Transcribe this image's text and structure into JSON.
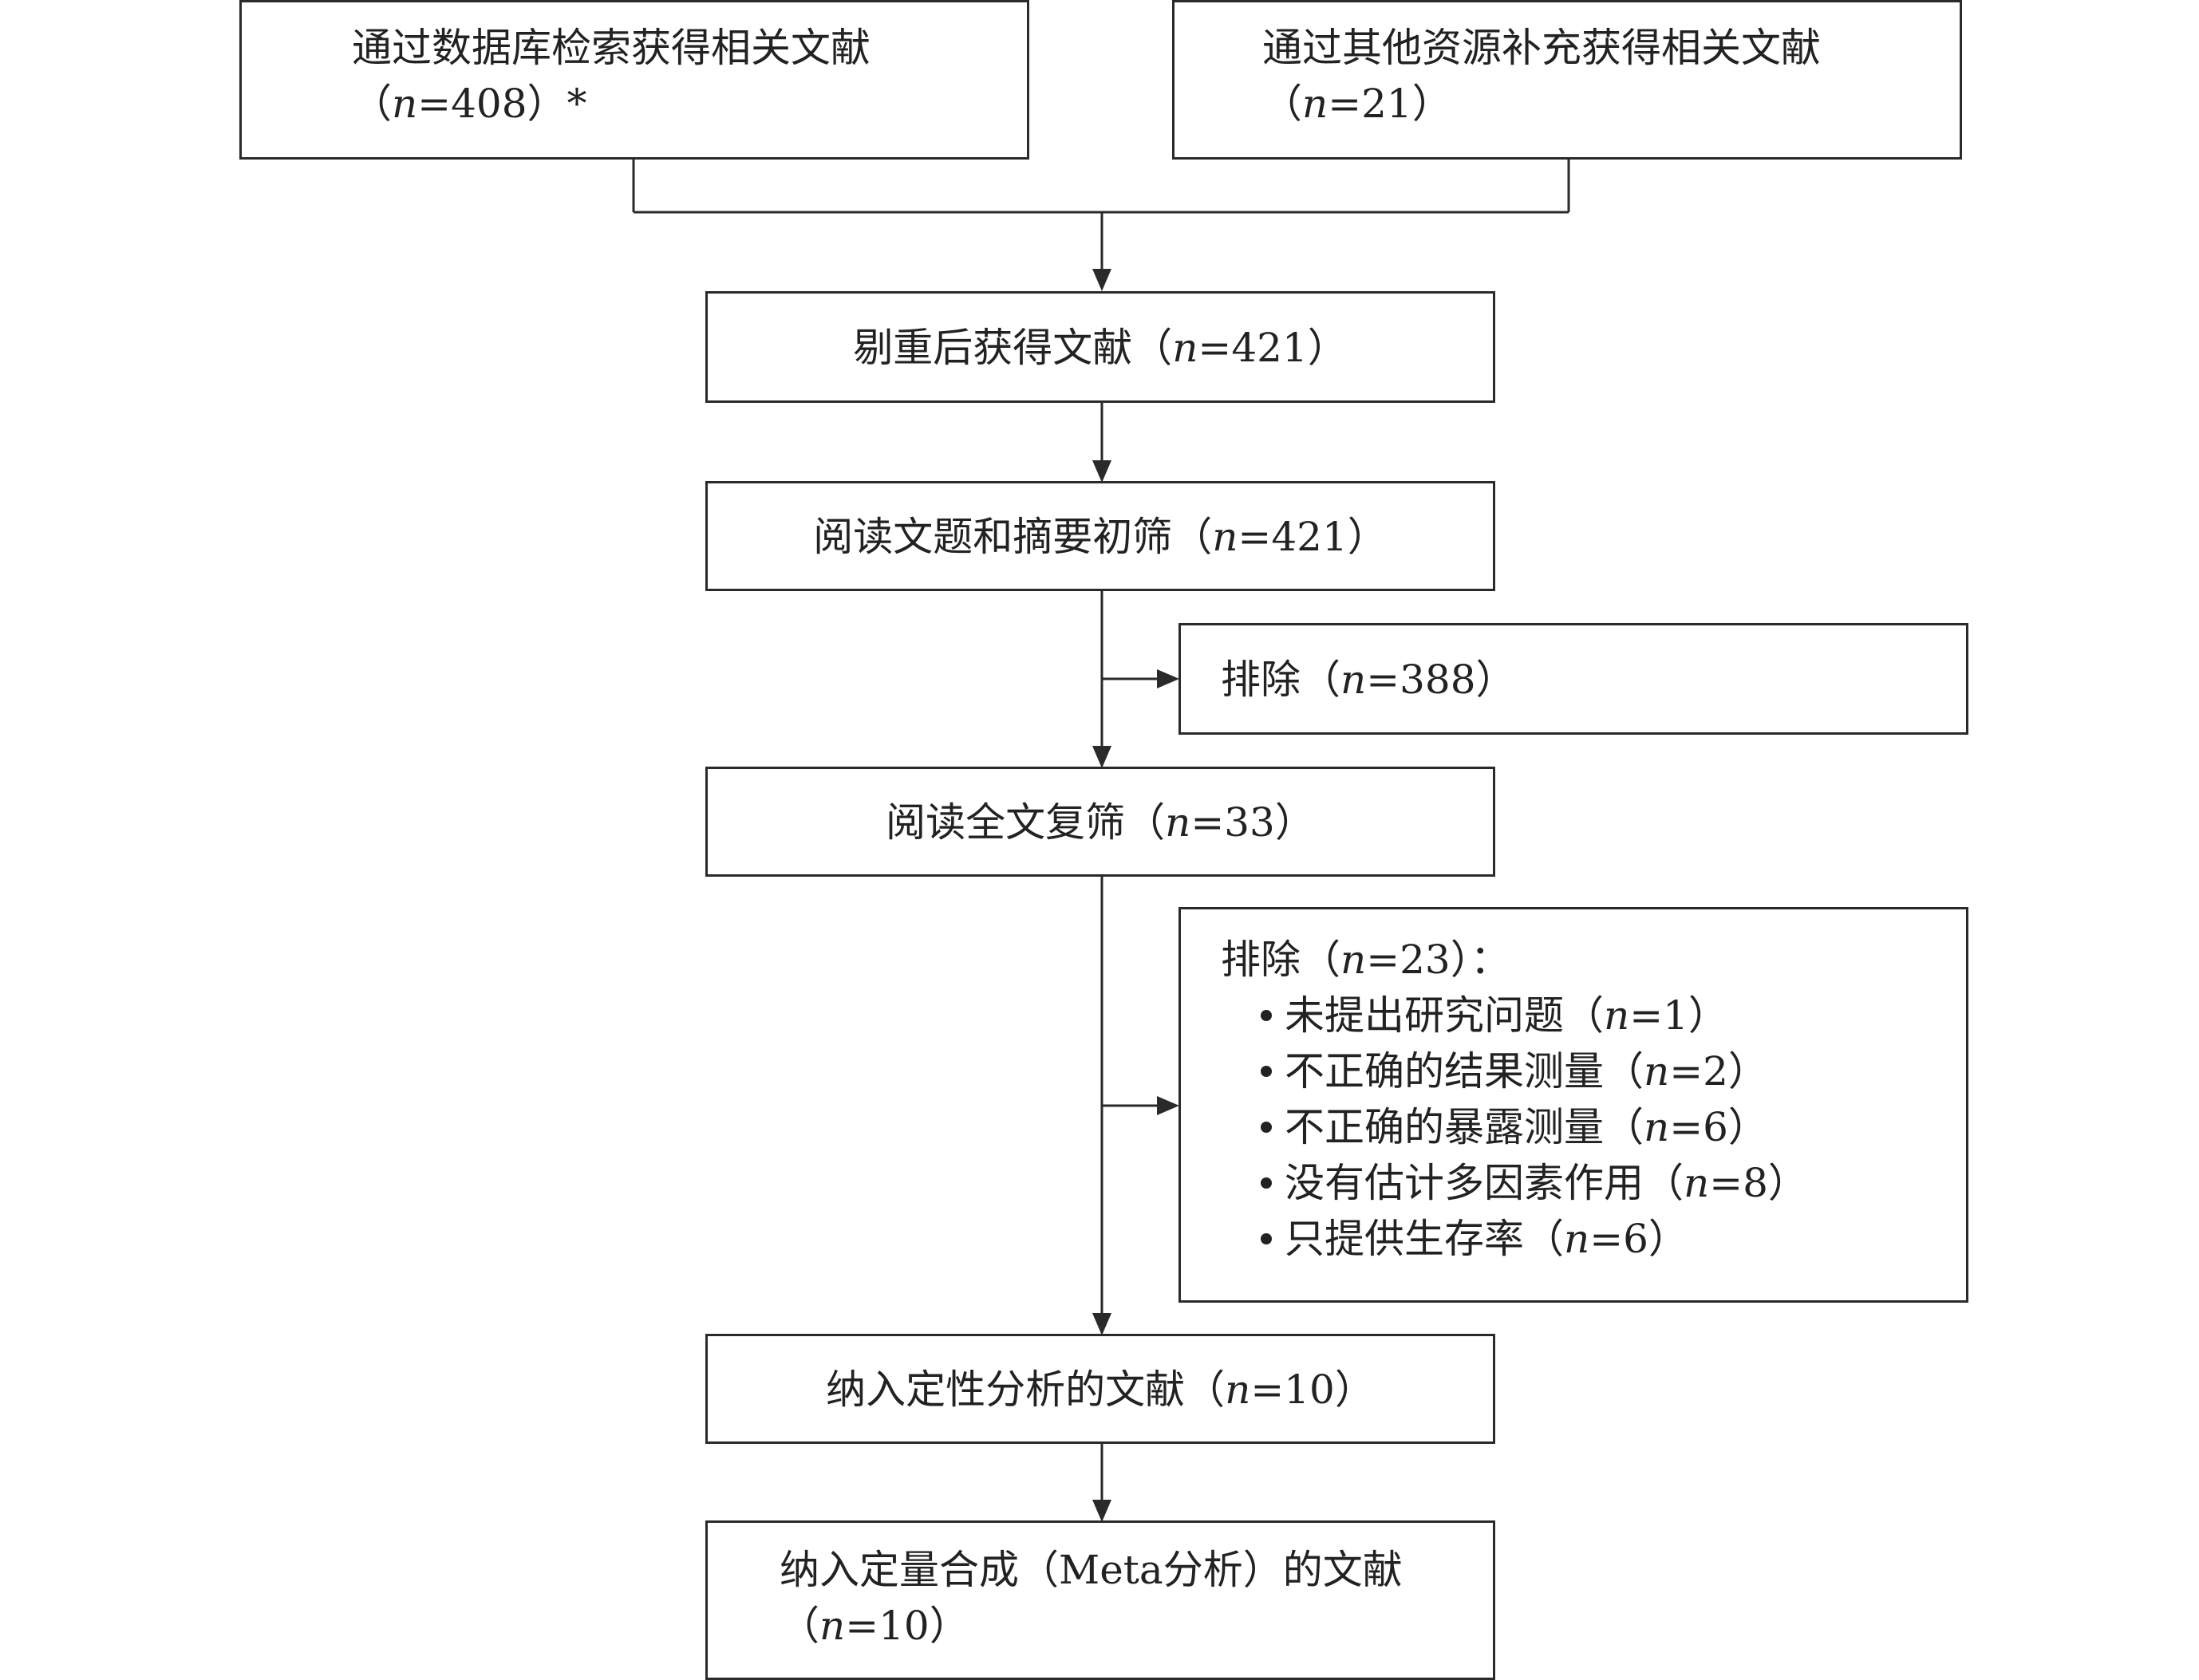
{
  "database_search": {
    "line1": "通过数据库检索获得相关文献",
    "pre": "（",
    "n": "n",
    "count": "=408）*"
  },
  "other_sources": {
    "line1": "通过其他资源补充获得相关文献",
    "pre": "（",
    "n": "n",
    "count": "=21）"
  },
  "after_dedup": {
    "label": "剔重后获得文献（",
    "n": "n",
    "count": "=421）"
  },
  "title_abstract": {
    "label": "阅读文题和摘要初筛（",
    "n": "n",
    "count": "=421）"
  },
  "excluded_1": {
    "label": "排除（",
    "n": "n",
    "count": "=388）"
  },
  "fulltext": {
    "label": "阅读全文复筛（",
    "n": "n",
    "count": "=33）"
  },
  "excluded_2": {
    "label": "排除（",
    "n": "n",
    "count": "=23）：",
    "reasons": [
      {
        "text": "未提出研究问题（",
        "n": "n",
        "count": "=1）"
      },
      {
        "text": "不正确的结果测量（",
        "n": "n",
        "count": "=2）"
      },
      {
        "text": "不正确的暴露测量（",
        "n": "n",
        "count": "=6）"
      },
      {
        "text": "没有估计多因素作用（",
        "n": "n",
        "count": "=8）"
      },
      {
        "text": "只提供生存率（",
        "n": "n",
        "count": "=6）"
      }
    ]
  },
  "qualitative": {
    "label": "纳入定性分析的文献（",
    "n": "n",
    "count": "=10）"
  },
  "quantitative": {
    "line1": "纳入定量合成（Meta分析）的文献",
    "pre": "（",
    "n": "n",
    "count": "=10）"
  }
}
